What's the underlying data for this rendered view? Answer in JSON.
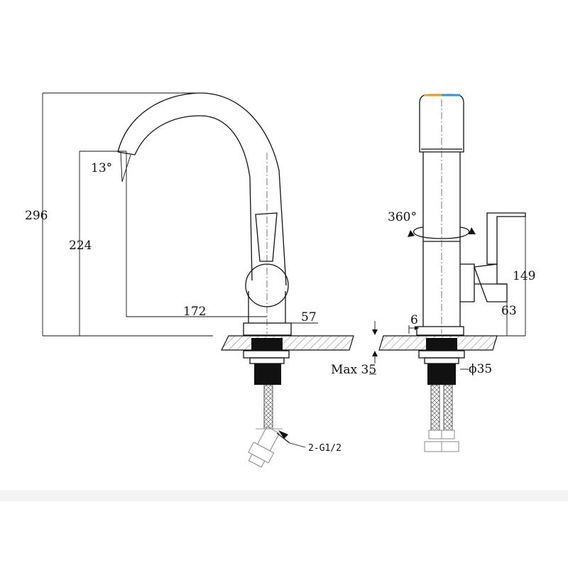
{
  "labels": {
    "angle_spout": "13°",
    "height_total": "296",
    "height_spout": "224",
    "reach": "172",
    "base_width": "57",
    "deck_max": "Max 35",
    "hoses": "2-G1/2",
    "rotation": "360°",
    "handle_height": "149",
    "handle_lower": "63",
    "base_offset": "6",
    "hole_diameter": "ϕ35"
  },
  "colors": {
    "line": "#111111",
    "hatch": "#555555",
    "accent_orange": "#f0a020",
    "accent_blue": "#3399dd"
  }
}
